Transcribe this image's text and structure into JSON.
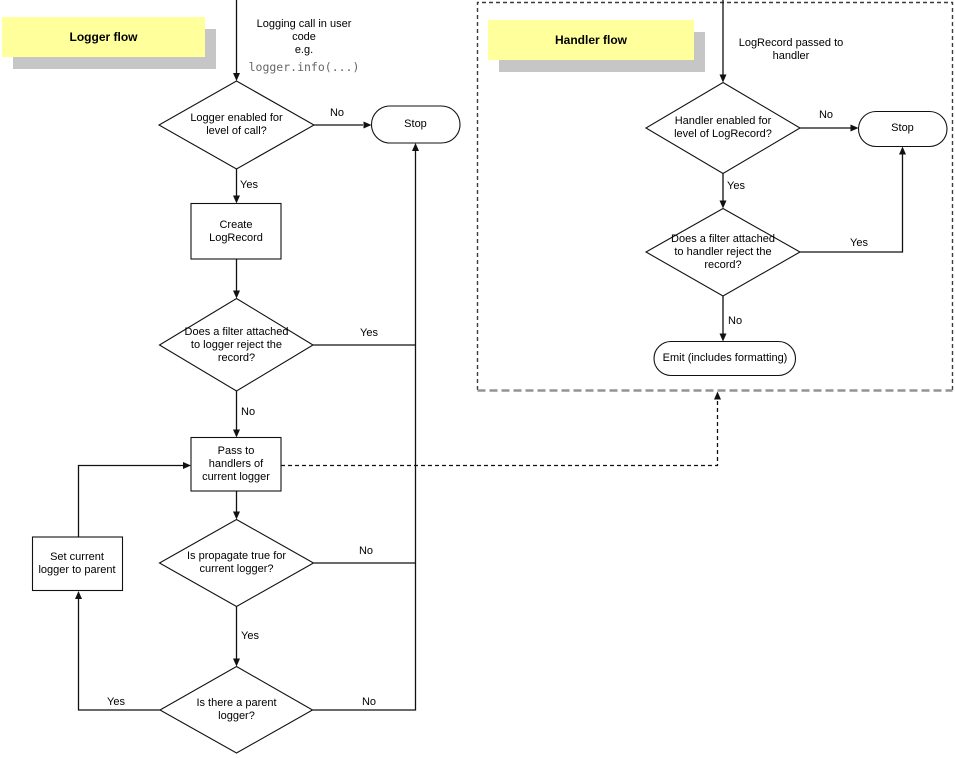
{
  "colors": {
    "label_bg": "#ffff9c",
    "label_shadow": "#c6c6c6",
    "line": "#111111",
    "dashed_box": "#3c3c3c",
    "dashed_box_bottom": "#949494"
  },
  "logger": {
    "section_label": "Logger flow",
    "start_caption": "Logging call in user\ncode\ne.g.",
    "start_code": "logger.info(...)",
    "decision_level": "Logger enabled for\nlevel of call?",
    "stop_label": "Stop",
    "create_box": "Create\nLogRecord",
    "decision_filter": "Does a filter attached\nto logger reject the\nrecord?",
    "pass_box": "Pass to\nhandlers of\ncurrent logger",
    "decision_propagate": "Is propagate true for\ncurrent logger?",
    "decision_parent": "Is there a parent\nlogger?",
    "set_parent_box": "Set current\nlogger to parent",
    "edge_no_level": "No",
    "edge_yes_level": "Yes",
    "edge_yes_filter": "Yes",
    "edge_no_filter": "No",
    "edge_no_propagate": "No",
    "edge_yes_propagate": "Yes",
    "edge_yes_parent": "Yes",
    "edge_no_parent": "No"
  },
  "handler": {
    "section_label": "Handler flow",
    "start_caption": "LogRecord passed to\nhandler",
    "decision_level": "Handler enabled for\nlevel of LogRecord?",
    "stop_label": "Stop",
    "decision_filter": "Does a filter attached\nto handler reject the\nrecord?",
    "emit_box": "Emit (includes formatting)",
    "edge_no_level": "No",
    "edge_yes_level": "Yes",
    "edge_yes_filter": "Yes",
    "edge_no_filter": "No"
  }
}
